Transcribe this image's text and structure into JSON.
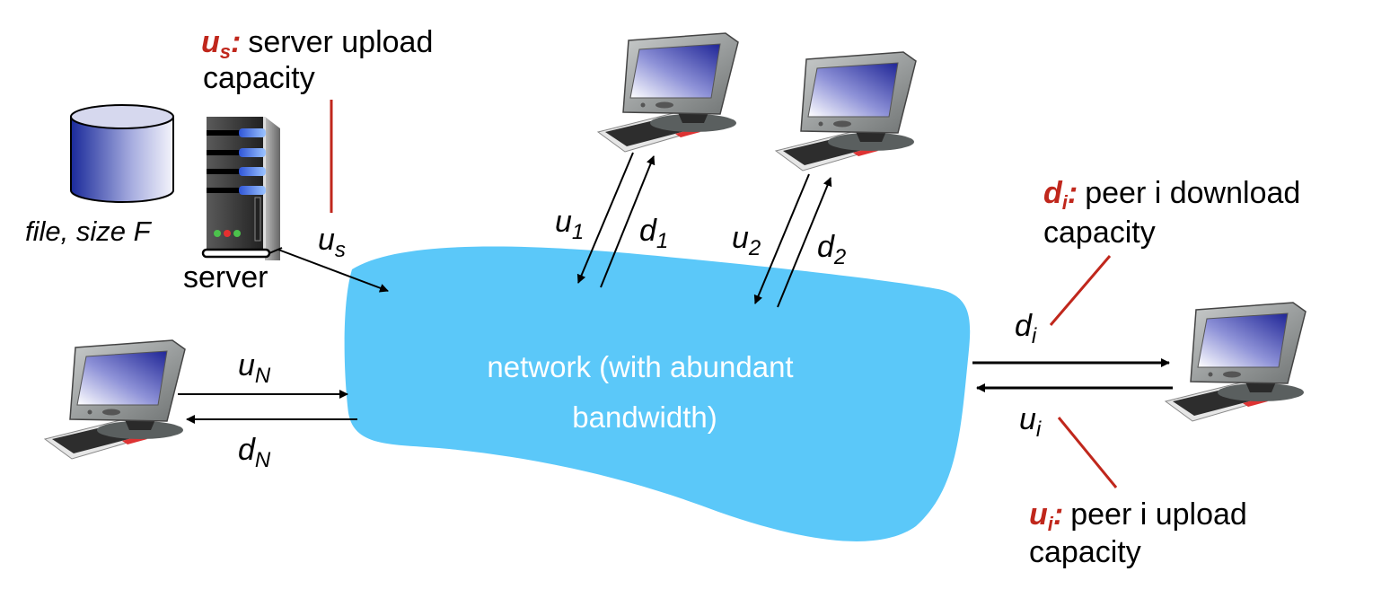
{
  "title": "P2P file distribution: server and peers connected through a network",
  "colors": {
    "network_fill": "#5bc8f9",
    "accent_red": "#c0271c",
    "arrow": "#000000",
    "label_text": "#000000",
    "network_text": "#ffffff"
  },
  "network": {
    "label_line1": "network (with abundant",
    "label_line2": "bandwidth)"
  },
  "file": {
    "label": "file, size F",
    "icon": "database-cylinder-icon"
  },
  "server": {
    "label": "server",
    "icon": "server-tower-icon",
    "link_label_main": "u",
    "link_label_sub": "s"
  },
  "annotations": {
    "server_upload": {
      "sym_main": "u",
      "sym_sub": "s",
      "colon": ":",
      "line1": "server upload",
      "line2": "capacity"
    },
    "peer_download": {
      "sym_main": "d",
      "sym_sub": "i",
      "colon": ":",
      "line1": "peer i download",
      "line2": "capacity"
    },
    "peer_upload": {
      "sym_main": "u",
      "sym_sub": "i",
      "colon": ":",
      "line1": "peer i upload",
      "line2": "capacity"
    }
  },
  "peers": [
    {
      "id": "peer-1",
      "icon": "desktop-computer-icon",
      "up_main": "u",
      "up_sub": "1",
      "down_main": "d",
      "down_sub": "1"
    },
    {
      "id": "peer-2",
      "icon": "desktop-computer-icon",
      "up_main": "u",
      "up_sub": "2",
      "down_main": "d",
      "down_sub": "2"
    },
    {
      "id": "peer-i",
      "icon": "desktop-computer-icon",
      "up_main": "u",
      "up_sub": "i",
      "down_main": "d",
      "down_sub": "i"
    },
    {
      "id": "peer-N",
      "icon": "desktop-computer-icon",
      "up_main": "u",
      "up_sub": "N",
      "down_main": "d",
      "down_sub": "N"
    }
  ]
}
